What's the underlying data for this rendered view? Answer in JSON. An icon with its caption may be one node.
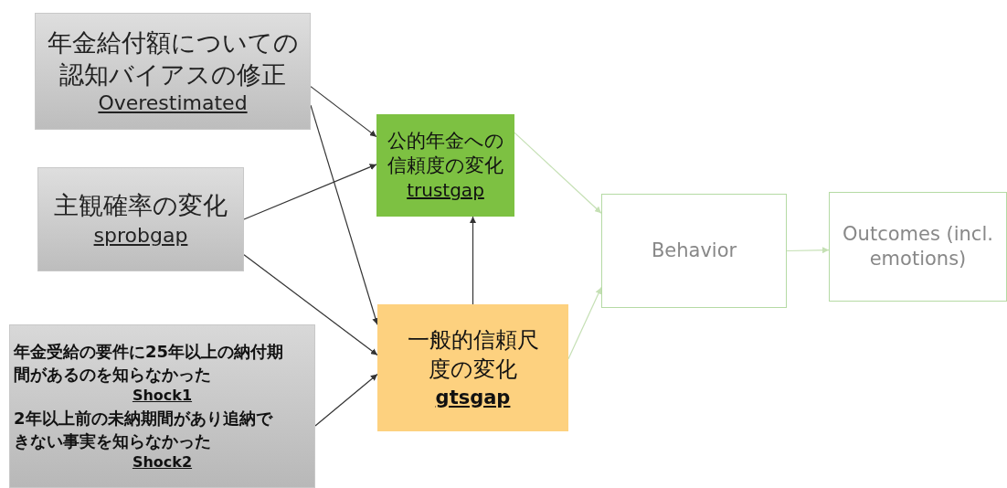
{
  "diagram": {
    "nodes": [
      {
        "text": [
          "年金給付額についての認知バイアスの修正",
          "Overestimated"
        ]
      },
      {
        "text": [
          "主観確率の変化",
          "sprobgap"
        ]
      },
      {
        "text": [
          "年金受給の要件に25年以上の納付期間があるのを知らなかった",
          "Shock1",
          "2年以上前の未納期間があり追納できない事実を知らなかった",
          "Shock2"
        ]
      },
      {
        "text": [
          "公的年金への信頼度の変化",
          "trustgap"
        ]
      },
      {
        "text": [
          "一般的信頼尺度の変化",
          "gtsgap"
        ]
      },
      {
        "text": [
          "Behavior"
        ]
      },
      {
        "text": [
          "Outcomes (incl. emotions)"
        ]
      }
    ],
    "edges": [
      {
        "from": 0,
        "to": 3,
        "arrow": "to"
      },
      {
        "from": 0,
        "to": 4,
        "arrow": "to"
      },
      {
        "from": 1,
        "to": 3,
        "arrow": "to"
      },
      {
        "from": 1,
        "to": 4,
        "arrow": "to"
      },
      {
        "from": 2,
        "to": 4,
        "arrow": "to"
      },
      {
        "from": 4,
        "to": 3,
        "arrow": "to"
      },
      {
        "from": 3,
        "to": 5,
        "arrow": "to",
        "color": "#c5e0b4"
      },
      {
        "from": 4,
        "to": 5,
        "arrow": "to",
        "color": "#c5e0b4"
      },
      {
        "from": 5,
        "to": 6,
        "arrow": "to",
        "color": "#c5e0b4"
      }
    ]
  }
}
